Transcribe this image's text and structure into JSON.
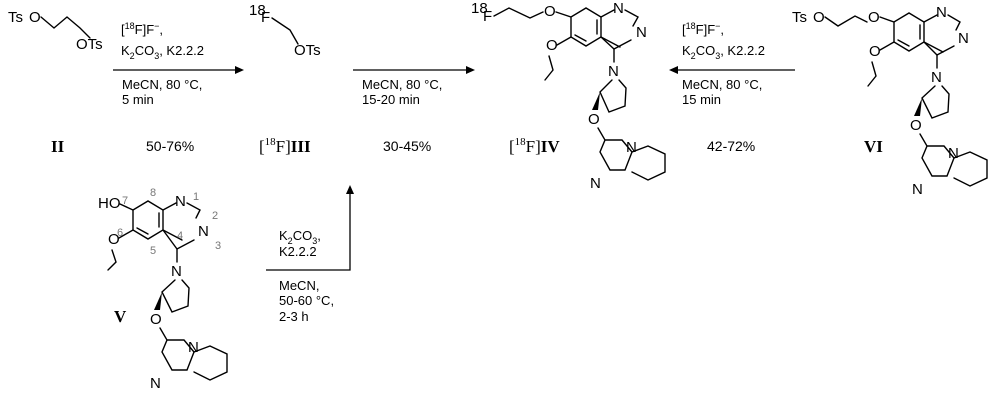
{
  "reagents": {
    "top_left": {
      "line1_pre": "[",
      "line1_iso": "18",
      "line1_post": "F]F",
      "line2_a": "K",
      "line2_sub": "2",
      "line2_b": "CO",
      "line2_sub2": "3",
      "line2_c": ", K2.2.2",
      "line3": "MeCN, 80 °C,",
      "line4": "5 min"
    },
    "top_mid": {
      "line1": "MeCN, 80 °C,",
      "line2": "15-20 min"
    },
    "top_right": {
      "line1_pre": "[",
      "line1_iso": "18",
      "line1_post": "F]F",
      "line2_a": "K",
      "line2_sub": "2",
      "line2_b": "CO",
      "line2_sub2": "3",
      "line2_c": ", K2.2.2",
      "line3": "MeCN, 80 °C,",
      "line4": "15 min"
    },
    "lower": {
      "line1_a": "K",
      "line1_sub": "2",
      "line1_b": "CO",
      "line1_sub2": "3",
      "line1_c": ",",
      "line2": "K2.2.2",
      "line3": "MeCN,",
      "line4": "50-60 °C,",
      "line5": "2-3 h"
    }
  },
  "yields": {
    "step1": "50-76%",
    "step2": "30-45%",
    "step3": "42-72%"
  },
  "compounds": {
    "II": "II",
    "III": {
      "prefix": "[",
      "iso": "18",
      "mid": "F]",
      "roman": "III"
    },
    "IV": {
      "prefix": "[",
      "iso": "18",
      "mid": "F]",
      "roman": "IV"
    },
    "V": "V",
    "VI": "VI"
  },
  "atoms": {
    "Ts": "Ts",
    "O": "O",
    "OTs": "OTs",
    "F": "F",
    "iso18": "18",
    "N": "N",
    "HO": "HO"
  },
  "position_numbers": {
    "n1": "1",
    "n2": "2",
    "n3": "3",
    "n4": "4",
    "n5": "5",
    "n6": "6",
    "n7": "7",
    "n8": "8"
  }
}
